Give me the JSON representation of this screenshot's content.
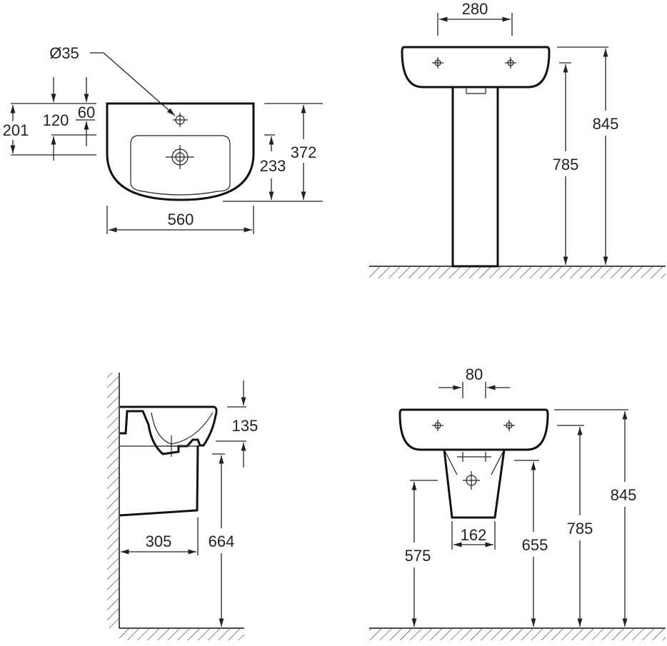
{
  "top_view": {
    "tap_hole_diameter": "Ø35",
    "tap_hole_from_back": "60",
    "waste_from_back": "120",
    "bowl_from_back": "201",
    "depth": "372",
    "bowl_depth": "233",
    "width": "560"
  },
  "pedestal_front_view": {
    "tap_centres": "280",
    "rim_height": "845",
    "tap_height": "785"
  },
  "semi_pedestal_side_view": {
    "basin_depth": "135",
    "projection": "305",
    "underside_height": "664"
  },
  "semi_pedestal_front_view": {
    "fixing_centres": "80",
    "pedestal_width": "162",
    "waste_height": "575",
    "pedestal_top_height": "655",
    "tap_height": "785",
    "rim_height": "845"
  },
  "colors": {
    "line": "#111111",
    "background": "#ffffff"
  }
}
